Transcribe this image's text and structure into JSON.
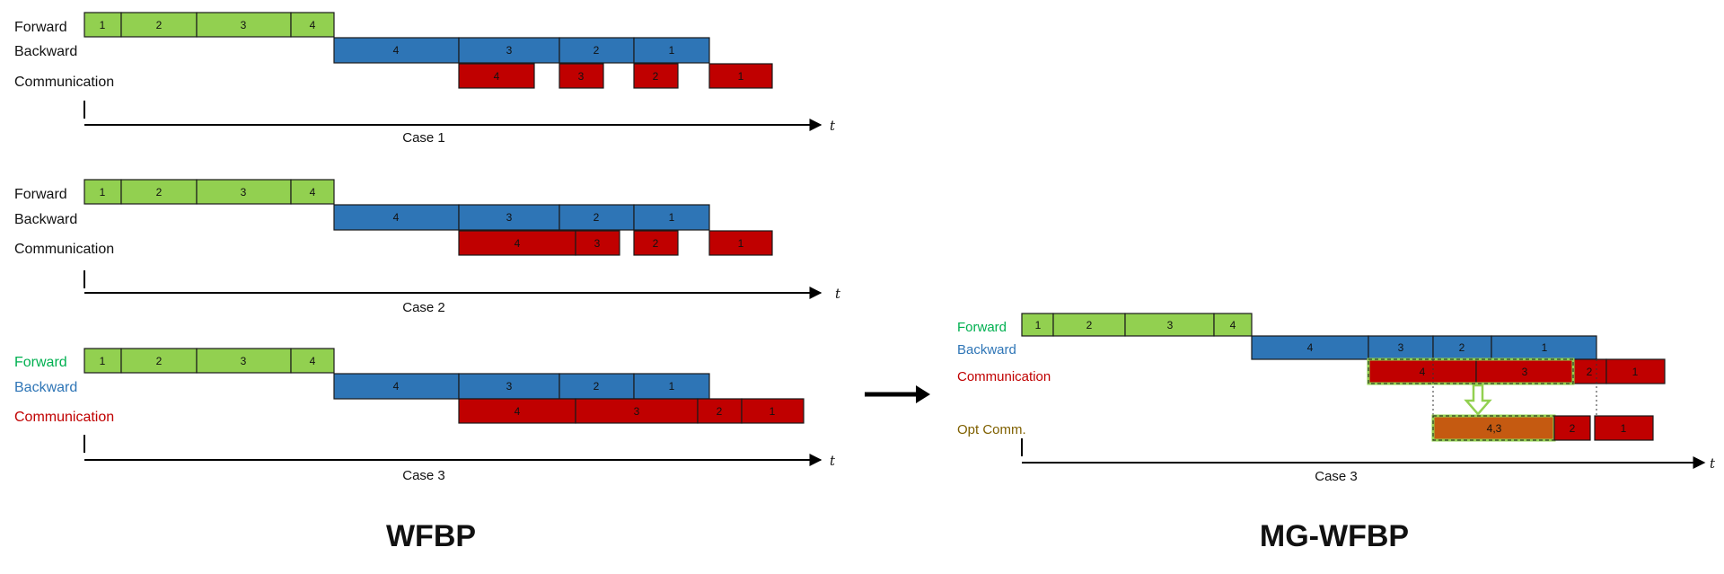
{
  "colors": {
    "forward": "#92d050",
    "backward": "#2e75b6",
    "communication": "#c00000",
    "opt": "#c55a11",
    "forward_label": "#00b050",
    "backward_label": "#2e75b6",
    "comm_label": "#c00000",
    "opt_label": "#7f6000",
    "highlight": "#92d050"
  },
  "left_title": "WFBP",
  "right_title": "MG-WFBP",
  "time_symbol": "t",
  "panels": [
    {
      "caption": "Case 1",
      "labels": {
        "forward": "Forward",
        "backward": "Backward",
        "communication": "Communication"
      },
      "forward": [
        "1",
        "2",
        "3",
        "4"
      ],
      "backward": [
        "4",
        "3",
        "2",
        "1"
      ],
      "communication": [
        "4",
        "3",
        "2",
        "1"
      ]
    },
    {
      "caption": "Case 2",
      "labels": {
        "forward": "Forward",
        "backward": "Backward",
        "communication": "Communication"
      },
      "forward": [
        "1",
        "2",
        "3",
        "4"
      ],
      "backward": [
        "4",
        "3",
        "2",
        "1"
      ],
      "communication": [
        "4",
        "3",
        "2",
        "1"
      ]
    },
    {
      "caption": "Case 3",
      "labels": {
        "forward": "Forward",
        "backward": "Backward",
        "communication": "Communication"
      },
      "forward": [
        "1",
        "2",
        "3",
        "4"
      ],
      "backward": [
        "4",
        "3",
        "2",
        "1"
      ],
      "communication": [
        "4",
        "3",
        "2",
        "1"
      ]
    },
    {
      "caption": "Case 3",
      "labels": {
        "forward": "Forward",
        "backward": "Backward",
        "communication": "Communication",
        "opt": "Opt Comm."
      },
      "forward": [
        "1",
        "2",
        "3",
        "4"
      ],
      "backward": [
        "4",
        "3",
        "2",
        "1"
      ],
      "communication": [
        "4",
        "3",
        "2",
        "1"
      ],
      "opt": [
        "4,3",
        "2",
        "1"
      ]
    }
  ]
}
